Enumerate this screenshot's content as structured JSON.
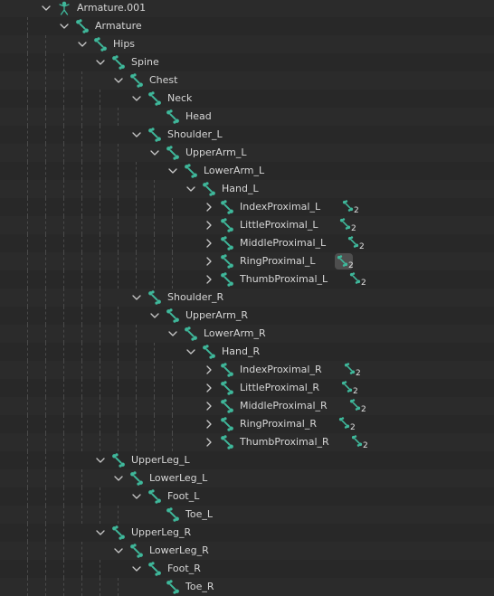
{
  "colors": {
    "bone_icon": "#3fb89b",
    "armature_icon": "#3fb89b",
    "text": "#d6d6d6",
    "background": "#303030"
  },
  "tree": [
    {
      "label": "Armature.001",
      "depth": 0,
      "toggle": "expanded",
      "icon": "armature-object-icon"
    },
    {
      "label": "Armature",
      "depth": 1,
      "toggle": "expanded",
      "icon": "armature-data-icon"
    },
    {
      "label": "Hips",
      "depth": 2,
      "toggle": "expanded",
      "icon": "bone-icon"
    },
    {
      "label": "Spine",
      "depth": 3,
      "toggle": "expanded",
      "icon": "bone-icon"
    },
    {
      "label": "Chest",
      "depth": 4,
      "toggle": "expanded",
      "icon": "bone-icon"
    },
    {
      "label": "Neck",
      "depth": 5,
      "toggle": "expanded",
      "icon": "bone-icon"
    },
    {
      "label": "Head",
      "depth": 6,
      "toggle": "none",
      "icon": "bone-icon"
    },
    {
      "label": "Shoulder_L",
      "depth": 5,
      "toggle": "expanded",
      "icon": "bone-icon"
    },
    {
      "label": "UpperArm_L",
      "depth": 6,
      "toggle": "expanded",
      "icon": "bone-icon"
    },
    {
      "label": "LowerArm_L",
      "depth": 7,
      "toggle": "expanded",
      "icon": "bone-icon"
    },
    {
      "label": "Hand_L",
      "depth": 8,
      "toggle": "expanded",
      "icon": "bone-icon"
    },
    {
      "label": "IndexProximal_L",
      "depth": 9,
      "toggle": "collapsed",
      "icon": "bone-icon",
      "children_count": "2"
    },
    {
      "label": "LittleProximal_L",
      "depth": 9,
      "toggle": "collapsed",
      "icon": "bone-icon",
      "children_count": "2"
    },
    {
      "label": "MiddleProximal_L",
      "depth": 9,
      "toggle": "collapsed",
      "icon": "bone-icon",
      "children_count": "2"
    },
    {
      "label": "RingProximal_L",
      "depth": 9,
      "toggle": "collapsed",
      "icon": "bone-icon",
      "children_count": "2",
      "hovered": true
    },
    {
      "label": "ThumbProximal_L",
      "depth": 9,
      "toggle": "collapsed",
      "icon": "bone-icon",
      "children_count": "2"
    },
    {
      "label": "Shoulder_R",
      "depth": 5,
      "toggle": "expanded",
      "icon": "bone-icon"
    },
    {
      "label": "UpperArm_R",
      "depth": 6,
      "toggle": "expanded",
      "icon": "bone-icon"
    },
    {
      "label": "LowerArm_R",
      "depth": 7,
      "toggle": "expanded",
      "icon": "bone-icon"
    },
    {
      "label": "Hand_R",
      "depth": 8,
      "toggle": "expanded",
      "icon": "bone-icon"
    },
    {
      "label": "IndexProximal_R",
      "depth": 9,
      "toggle": "collapsed",
      "icon": "bone-icon",
      "children_count": "2"
    },
    {
      "label": "LittleProximal_R",
      "depth": 9,
      "toggle": "collapsed",
      "icon": "bone-icon",
      "children_count": "2"
    },
    {
      "label": "MiddleProximal_R",
      "depth": 9,
      "toggle": "collapsed",
      "icon": "bone-icon",
      "children_count": "2"
    },
    {
      "label": "RingProximal_R",
      "depth": 9,
      "toggle": "collapsed",
      "icon": "bone-icon",
      "children_count": "2"
    },
    {
      "label": "ThumbProximal_R",
      "depth": 9,
      "toggle": "collapsed",
      "icon": "bone-icon",
      "children_count": "2"
    },
    {
      "label": "UpperLeg_L",
      "depth": 3,
      "toggle": "expanded",
      "icon": "bone-icon"
    },
    {
      "label": "LowerLeg_L",
      "depth": 4,
      "toggle": "expanded",
      "icon": "bone-icon"
    },
    {
      "label": "Foot_L",
      "depth": 5,
      "toggle": "expanded",
      "icon": "bone-icon"
    },
    {
      "label": "Toe_L",
      "depth": 6,
      "toggle": "none",
      "icon": "bone-icon"
    },
    {
      "label": "UpperLeg_R",
      "depth": 3,
      "toggle": "expanded",
      "icon": "bone-icon"
    },
    {
      "label": "LowerLeg_R",
      "depth": 4,
      "toggle": "expanded",
      "icon": "bone-icon"
    },
    {
      "label": "Foot_R",
      "depth": 5,
      "toggle": "expanded",
      "icon": "bone-icon"
    },
    {
      "label": "Toe_R",
      "depth": 6,
      "toggle": "none",
      "icon": "bone-icon"
    }
  ]
}
